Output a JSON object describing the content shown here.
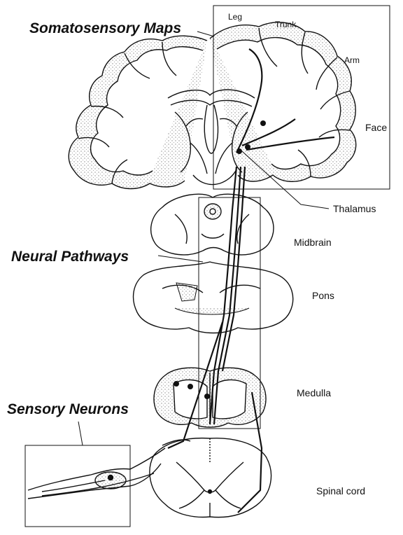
{
  "callouts": {
    "somatosensory_maps": "Somatosensory Maps",
    "neural_pathways": "Neural Pathways",
    "sensory_neurons": "Sensory Neurons"
  },
  "cortex_regions": {
    "leg": "Leg",
    "trunk": "Trunk",
    "arm": "Arm",
    "face": "Face"
  },
  "structures": {
    "thalamus": "Thalamus",
    "midbrain": "Midbrain",
    "pons": "Pons",
    "medulla": "Medulla",
    "spinal_cord": "Spinal cord"
  },
  "colors": {
    "ink": "#111111",
    "background": "#ffffff",
    "stipple": "#9a9a9a"
  }
}
